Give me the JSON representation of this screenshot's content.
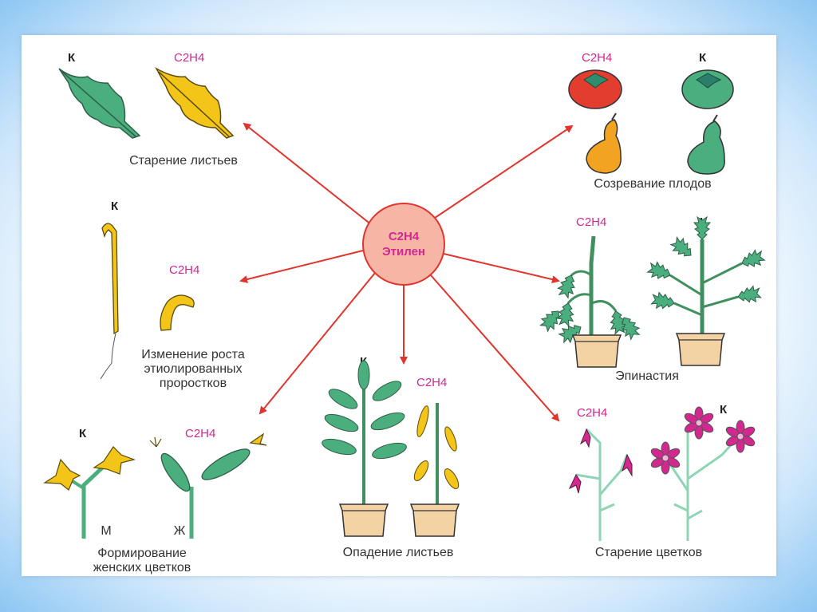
{
  "center": {
    "formula": "C2H4",
    "name": "Этилен"
  },
  "control_mark": "К",
  "ethylene_mark": "C2H4",
  "panels": {
    "leaf_aging": {
      "caption": "Старение листьев"
    },
    "fruit_ripening": {
      "caption": "Созревание плодов"
    },
    "etiolated": {
      "caption_lines": [
        "Изменение роста",
        "этиолированных",
        "проростков"
      ]
    },
    "epinasty": {
      "caption": "Эпинастия"
    },
    "female_flowers": {
      "caption_lines": [
        "Формирование",
        "женских цветков"
      ],
      "label_m": "М",
      "label_zh": "Ж"
    },
    "leaf_fall": {
      "caption": "Опадение листьев"
    },
    "flower_aging": {
      "caption": "Старение цветков"
    }
  },
  "colors": {
    "arrow": "#e0342e",
    "center_fill": "#f7b5a6",
    "center_stroke": "#e0342e",
    "plant_green": "#4aae7e",
    "yellow": "#f2c518",
    "magenta": "#d2288f",
    "pot": "#f3d3a4"
  }
}
